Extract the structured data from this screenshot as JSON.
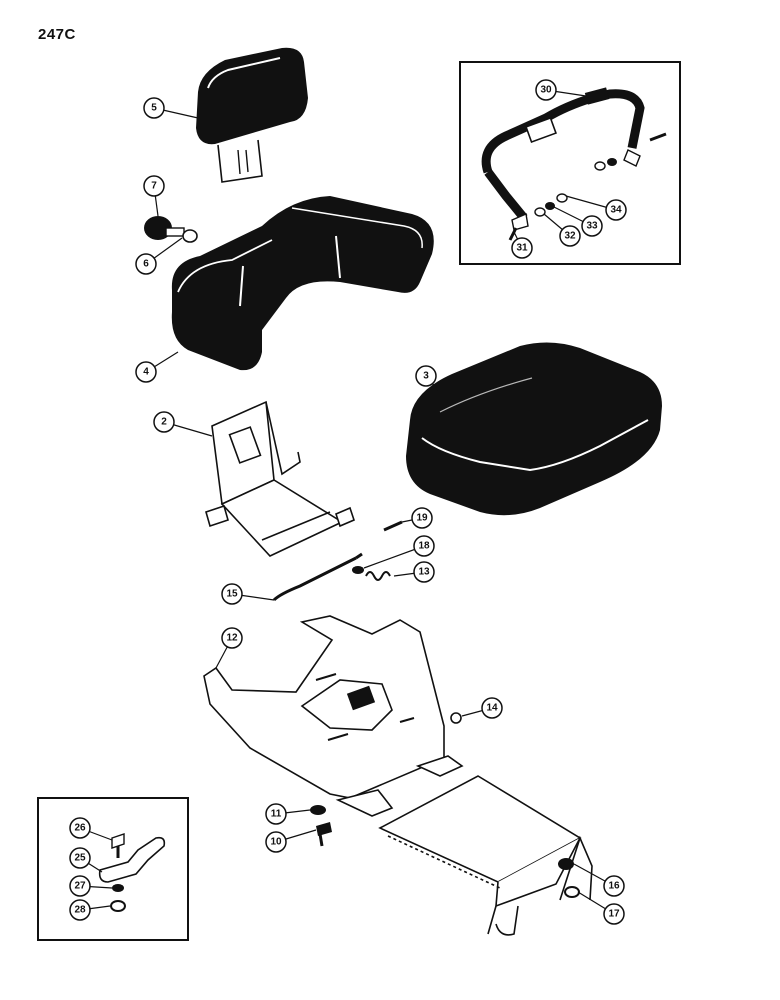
{
  "page": {
    "title": "247C"
  },
  "parts": [
    {
      "id": "5"
    },
    {
      "id": "7"
    },
    {
      "id": "6"
    },
    {
      "id": "4"
    },
    {
      "id": "3"
    },
    {
      "id": "2"
    },
    {
      "id": "19"
    },
    {
      "id": "18"
    },
    {
      "id": "13"
    },
    {
      "id": "15"
    },
    {
      "id": "12"
    },
    {
      "id": "14"
    },
    {
      "id": "11"
    },
    {
      "id": "10"
    },
    {
      "id": "16"
    },
    {
      "id": "17"
    },
    {
      "id": "30"
    },
    {
      "id": "31"
    },
    {
      "id": "32"
    },
    {
      "id": "33"
    },
    {
      "id": "34"
    },
    {
      "id": "26"
    },
    {
      "id": "25"
    },
    {
      "id": "27"
    },
    {
      "id": "28"
    }
  ],
  "colors": {
    "ink": "#111111",
    "paper": "#ffffff"
  }
}
